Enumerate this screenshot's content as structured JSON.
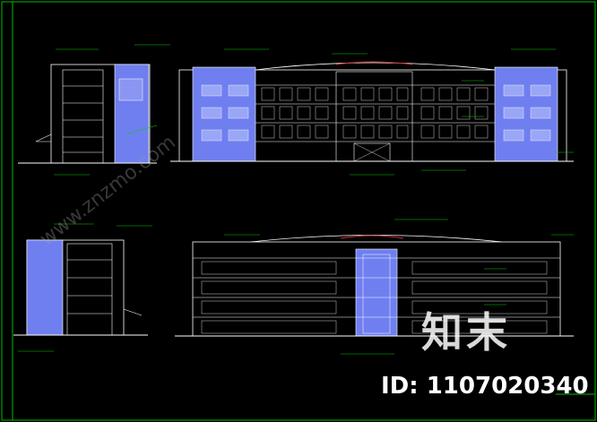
{
  "watermark": {
    "brand_cn": "知末",
    "id_text": "ID: 1107020340",
    "site_text": "www.znzmo.com"
  },
  "colors": {
    "background": "#000000",
    "frame": "#00c000",
    "lines": "#ffffff",
    "facade_fill": "#6f7ff0",
    "accent_red": "#d03030",
    "annotation": "#00d000"
  }
}
